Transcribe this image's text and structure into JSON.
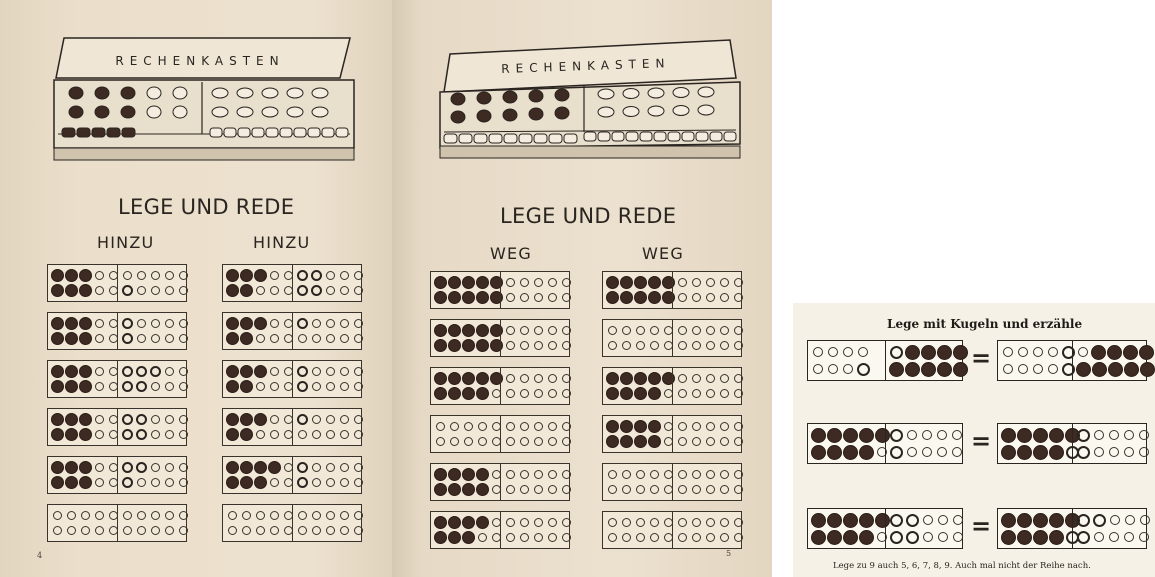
{
  "left_page": {
    "box_label": "RECHENKASTEN",
    "heading": "LEGE UND REDE",
    "col1_label": "HINZU",
    "col2_label": "HINZU",
    "page_number": "4",
    "col1_cards": [
      {
        "l": [
          "fffee",
          "fffee"
        ],
        "r": [
          "eeeee",
          "beeee"
        ]
      },
      {
        "l": [
          "fffee",
          "fffee"
        ],
        "r": [
          "beeee",
          "beeee"
        ]
      },
      {
        "l": [
          "fffee",
          "fffee"
        ],
        "r": [
          "bbbee",
          "bbeee"
        ]
      },
      {
        "l": [
          "fffee",
          "fffee"
        ],
        "r": [
          "bbeee",
          "bbeee"
        ]
      },
      {
        "l": [
          "fffee",
          "fffee"
        ],
        "r": [
          "bbeee",
          "beeee"
        ]
      },
      {
        "l": [
          "eeeee",
          "eeeee"
        ],
        "r": [
          "eeeee",
          "eeeee"
        ]
      }
    ],
    "col2_cards": [
      {
        "l": [
          "fffee",
          "ffeee"
        ],
        "r": [
          "bbeee",
          "bbeee"
        ]
      },
      {
        "l": [
          "fffee",
          "ffeee"
        ],
        "r": [
          "beeee",
          "eeeee"
        ]
      },
      {
        "l": [
          "fffee",
          "ffeee"
        ],
        "r": [
          "beeee",
          "beeee"
        ]
      },
      {
        "l": [
          "fffee",
          "ffeee"
        ],
        "r": [
          "beeee",
          "eeeee"
        ]
      },
      {
        "l": [
          "ffffe",
          "fffee"
        ],
        "r": [
          "beeee",
          "beeee"
        ]
      },
      {
        "l": [
          "eeeee",
          "eeeee"
        ],
        "r": [
          "eeeee",
          "eeeee"
        ]
      }
    ]
  },
  "mid_page": {
    "box_label": "RECHENKASTEN",
    "heading": "LEGE UND REDE",
    "col1_label": "WEG",
    "col2_label": "WEG",
    "page_number": "5",
    "col1_cards": [
      {
        "l": [
          "fffff",
          "fffff"
        ],
        "r": [
          "eeeee",
          "eeeee"
        ]
      },
      {
        "l": [
          "fffff",
          "fffff"
        ],
        "r": [
          "eeeee",
          "eeeee"
        ]
      },
      {
        "l": [
          "fffff",
          "ffffe"
        ],
        "r": [
          "eeeee",
          "eeeee"
        ]
      },
      {
        "l": [
          "eeeee",
          "eeeee"
        ],
        "r": [
          "eeeee",
          "eeeee"
        ]
      },
      {
        "l": [
          "ffffe",
          "ffffe"
        ],
        "r": [
          "eeeee",
          "eeeee"
        ]
      },
      {
        "l": [
          "ffffe",
          "fffee"
        ],
        "r": [
          "eeeee",
          "eeeee"
        ]
      }
    ],
    "col2_cards": [
      {
        "l": [
          "fffff",
          "fffff"
        ],
        "r": [
          "eeeee",
          "eeeee"
        ]
      },
      {
        "l": [
          "eeeee",
          "eeeee"
        ],
        "r": [
          "eeeee",
          "eeeee"
        ]
      },
      {
        "l": [
          "fffff",
          "ffffe"
        ],
        "r": [
          "eeeee",
          "eeeee"
        ]
      },
      {
        "l": [
          "ffffe",
          "ffffe"
        ],
        "r": [
          "eeeee",
          "eeeee"
        ]
      },
      {
        "l": [
          "eeeee",
          "eeeee"
        ],
        "r": [
          "eeeee",
          "eeeee"
        ]
      },
      {
        "l": [
          "eeeee",
          "eeeee"
        ],
        "r": [
          "eeeee",
          "eeeee"
        ]
      }
    ]
  },
  "right_panel": {
    "title": "Lege mit Kugeln und erzähle",
    "footer": "Lege zu 9 auch 5, 6, 7, 8, 9. Auch mal nicht der Reihe nach.",
    "equals_sign": "=",
    "equations": [
      {
        "left": {
          "l": [
            "eeee",
            "eeeb"
          ],
          "r": [
            "bffff",
            "fffff"
          ]
        },
        "right": {
          "l": [
            "eeeeb",
            "eeeeb"
          ],
          "r": [
            "effff",
            "fffff"
          ]
        }
      },
      {
        "left": {
          "l": [
            "fffff",
            "ffffe"
          ],
          "r": [
            "beeee",
            "beeee"
          ]
        },
        "right": {
          "l": [
            "fffff",
            "ffffb"
          ],
          "r": [
            "beeee",
            "beeee"
          ]
        }
      },
      {
        "left": {
          "l": [
            "fffff",
            "ffffe"
          ],
          "r": [
            "bbeee",
            "bbeee"
          ]
        },
        "right": {
          "l": [
            "fffff",
            "ffffb"
          ],
          "r": [
            "bbeee",
            "beeee"
          ]
        }
      }
    ]
  },
  "colors": {
    "bead_filled": "#3d2a22",
    "ink": "#2a2520",
    "paper": "#ece1cf"
  }
}
